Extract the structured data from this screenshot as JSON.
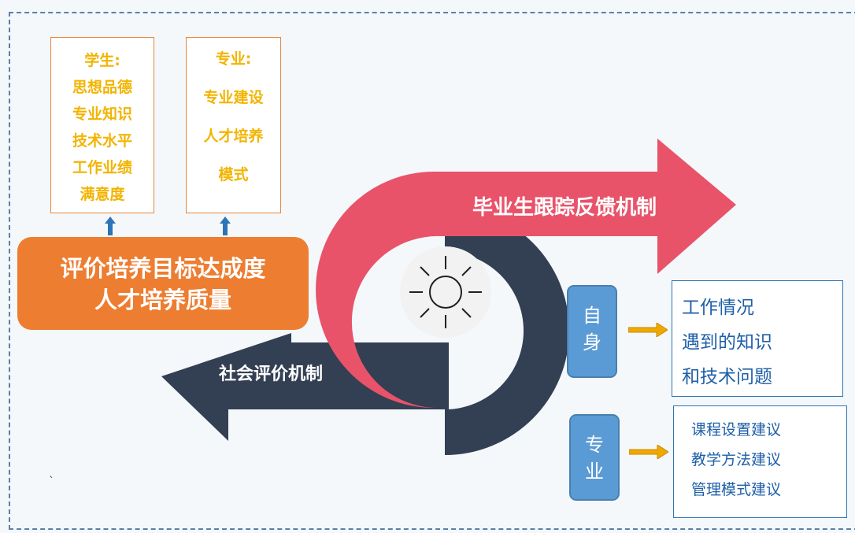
{
  "student_box": {
    "title": "学生:",
    "items": [
      "思想品德",
      "专业知识",
      "技术水平",
      "工作业绩",
      "满意度"
    ]
  },
  "major_box": {
    "title": "专业:",
    "items": [
      "专业建设",
      "人才培养",
      "模式"
    ]
  },
  "orange_box": {
    "line1": "评价培养目标达成度",
    "line2": "人才培养质量"
  },
  "arrows": {
    "graduate_feedback": "毕业生跟踪反馈机制",
    "social_evaluation": "社会评价机制"
  },
  "self_pill": {
    "char1": "自",
    "char2": "身"
  },
  "major_pill": {
    "char1": "专",
    "char2": "业"
  },
  "self_items": [
    "工作情况",
    "遇到的知识",
    "和技术问题"
  ],
  "major_items": [
    "课程设置建议",
    "教学方法建议",
    "管理模式建议"
  ],
  "stray_mark": "`",
  "colors": {
    "orange": "#ed7d31",
    "red": "#e8536a",
    "navy": "#333f52",
    "blue": "#5b9bd5",
    "yellow_text": "#f2b400",
    "arrow_yellow": "#f0a800"
  },
  "icons": {
    "center": "sun-icon",
    "up_arrows": "up-arrow-icon",
    "side_arrows": "right-arrow-icon"
  }
}
